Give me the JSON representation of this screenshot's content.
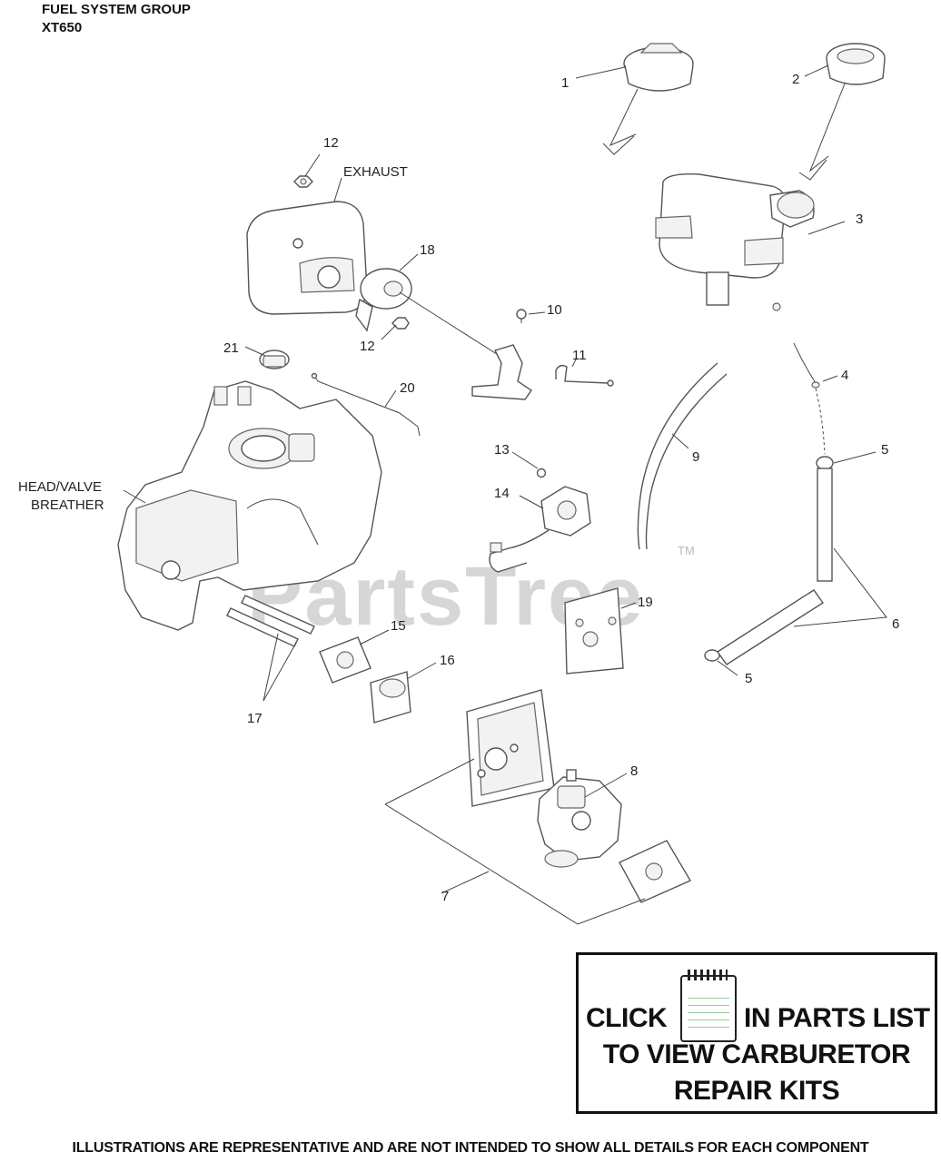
{
  "header": {
    "line1": "FUEL SYSTEM GROUP",
    "line2": "XT650"
  },
  "callouts": {
    "c1": "1",
    "c2": "2",
    "c3": "3",
    "c4": "4",
    "c5a": "5",
    "c5b": "5",
    "c6": "6",
    "c7": "7",
    "c8": "8",
    "c9": "9",
    "c10": "10",
    "c11": "11",
    "c12a": "12",
    "c12b": "12",
    "c13": "13",
    "c14": "14",
    "c15": "15",
    "c16": "16",
    "c17": "17",
    "c18": "18",
    "c19": "19",
    "c20": "20",
    "c21": "21"
  },
  "labels": {
    "exhaust": "EXHAUST",
    "head_valve_1": "HEAD/VALVE",
    "head_valve_2": "BREATHER"
  },
  "watermark": {
    "text": "PartsTree",
    "tm": "TM"
  },
  "kit_box": {
    "click": "CLICK",
    "in_parts_list": "IN PARTS LIST",
    "line2": "TO VIEW CARBURETOR",
    "line3": "REPAIR KITS",
    "icon": "notepad-icon"
  },
  "footer": "ILLUSTRATIONS ARE REPRESENTATIVE AND ARE NOT INTENDED TO SHOW ALL DETAILS FOR EACH COMPONENT"
}
